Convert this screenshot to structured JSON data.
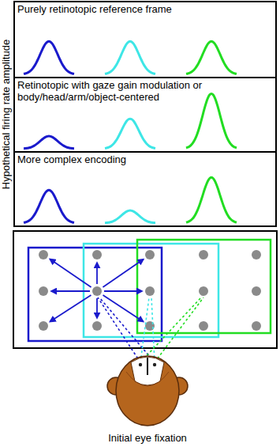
{
  "diagram": {
    "nodes": [
      {
        "text": [
          "Purely retinotopic reference frame"
        ]
      },
      {
        "text": [
          "Retinotopic with gaze gain modulation or body/head/arm/object-centered"
        ]
      },
      {
        "text": [
          "More complex encoding"
        ]
      }
    ],
    "labels": [
      "Hypothetical firing rate amplitude",
      "Initial eye fixation"
    ]
  }
}
